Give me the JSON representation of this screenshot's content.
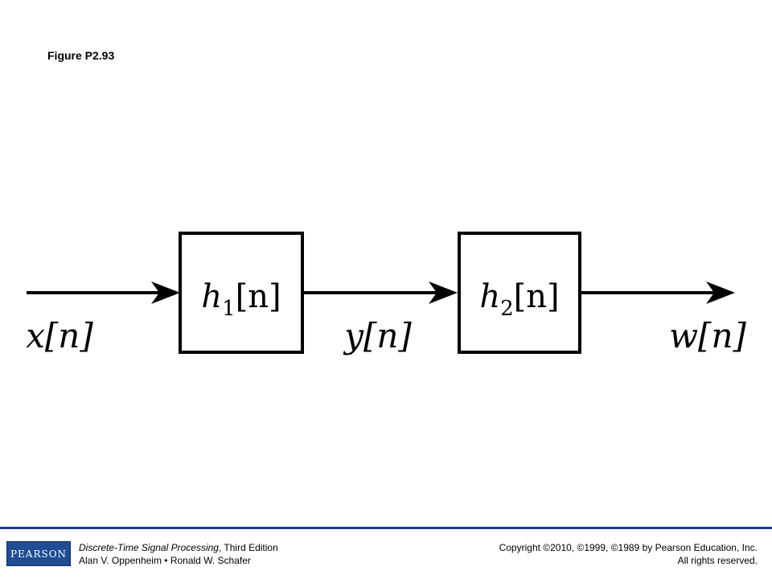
{
  "figure": {
    "title": "Figure P2.93"
  },
  "diagram": {
    "input_signal": "x[n]",
    "intermediate_signal": "y[n]",
    "output_signal": "w[n]",
    "block1": {
      "fn": "h",
      "sub": "1",
      "arg": "[n]"
    },
    "block2": {
      "fn": "h",
      "sub": "2",
      "arg": "[n]"
    }
  },
  "footer": {
    "logo_text": "PEARSON",
    "book_title": "Discrete-Time Signal Processing",
    "edition": ", Third Edition",
    "authors": "Alan V. Oppenheim • Ronald W. Schafer",
    "copyright": "Copyright ©2010, ©1999, ©1989 by Pearson Education, Inc.",
    "rights": "All rights reserved.",
    "rule_color": "#1f3a93",
    "logo_color": "#1f4c92"
  }
}
